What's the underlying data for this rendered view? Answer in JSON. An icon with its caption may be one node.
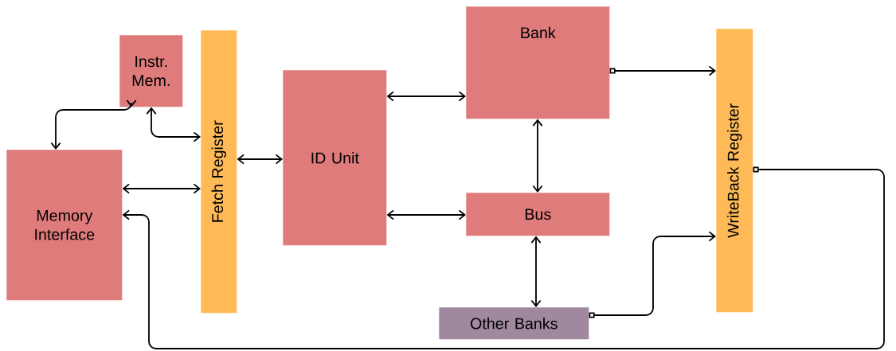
{
  "diagram": {
    "nodes": [
      {
        "text": [
          "Instr. Mem."
        ]
      },
      {
        "text": [
          "Fetch Register"
        ]
      },
      {
        "text": [
          "Memory Interface"
        ]
      },
      {
        "text": [
          "ID Unit"
        ]
      },
      {
        "text": [
          "Bank"
        ]
      },
      {
        "text": [
          "Bus"
        ]
      },
      {
        "text": [
          "Other Banks"
        ]
      },
      {
        "text": [
          "WriteBack Register"
        ]
      }
    ],
    "edges": [
      {
        "from": 2,
        "to": 0,
        "arrow": "both"
      },
      {
        "from": 0,
        "to": 1,
        "arrow": "both"
      },
      {
        "from": 2,
        "to": 1,
        "arrow": "both"
      },
      {
        "from": 1,
        "to": 3,
        "arrow": "both"
      },
      {
        "from": 3,
        "to": 4,
        "arrow": "both"
      },
      {
        "from": 3,
        "to": 5,
        "arrow": "both"
      },
      {
        "from": 4,
        "to": 5,
        "arrow": "both"
      },
      {
        "from": 5,
        "to": 6,
        "arrow": "both"
      },
      {
        "from": 4,
        "to": 7,
        "arrow": "to"
      },
      {
        "from": 6,
        "to": 7,
        "arrow": "to"
      },
      {
        "from": 7,
        "to": 2,
        "arrow": "to"
      }
    ]
  }
}
